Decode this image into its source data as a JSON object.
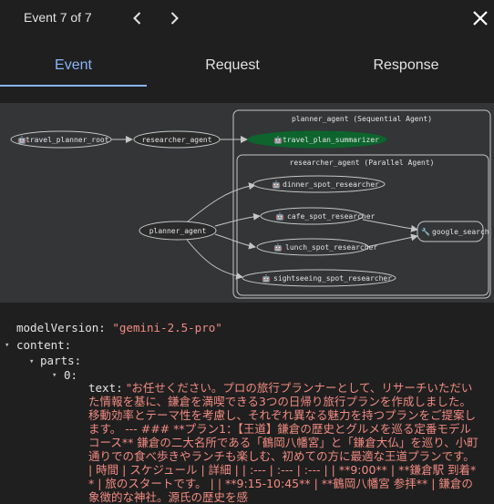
{
  "header": {
    "title": "Event 7 of 7"
  },
  "tabs": [
    {
      "label": "Event",
      "active": true
    },
    {
      "label": "Request",
      "active": false
    },
    {
      "label": "Response",
      "active": false
    }
  ],
  "graph": {
    "clusters": {
      "sequential": "planner_agent (Sequential Agent)",
      "parallel": "researcher_agent (Parallel Agent)"
    },
    "nodes": {
      "root": "travel_planner_root",
      "researcher": "researcher_agent",
      "summarizer": "travel_plan_summarizer",
      "planner": "planner_agent",
      "dinner": "dinner_spot_researcher",
      "cafe": "cafe_spot_researcher",
      "lunch": "lunch_spot_researcher",
      "sightseeing": "sightseeing_spot_researcher",
      "google": "google_search"
    },
    "colors": {
      "background": "#333537",
      "active_node": "#0d652d",
      "edge": "#c4c7c5"
    }
  },
  "yaml": {
    "model_key": "modelVersion:",
    "model_value": "\"gemini-2.5-pro\"",
    "content_key": "content:",
    "parts_key": "parts:",
    "index_key": "0:",
    "text_key": "text:",
    "text_value": "\"お任せください。プロの旅行プランナーとして、リサーチいただいた情報を基に、鎌倉を満喫できる3つの日帰り旅行プランを作成しました。移動効率とテーマ性を考慮し、それぞれ異なる魅力を持つプランをご提案します。 --- ### **プラン1：【王道】鎌倉の歴史とグルメを巡る定番モデルコース** 鎌倉の二大名所である「鶴岡八幡宮」と「鎌倉大仏」を巡り、小町通りでの食べ歩きやランチも楽しむ、初めての方に最適な王道プランです。 | 時間 | スケジュール | 詳細 | | :--- | :--- | :--- | | **9:00** | **鎌倉駅 到着** | 旅のスタートです。 | | **9:15-10:45** | **鶴岡八幡宮 参拝** | 鎌倉の象徴的な神社。源氏の歴史を感"
  }
}
